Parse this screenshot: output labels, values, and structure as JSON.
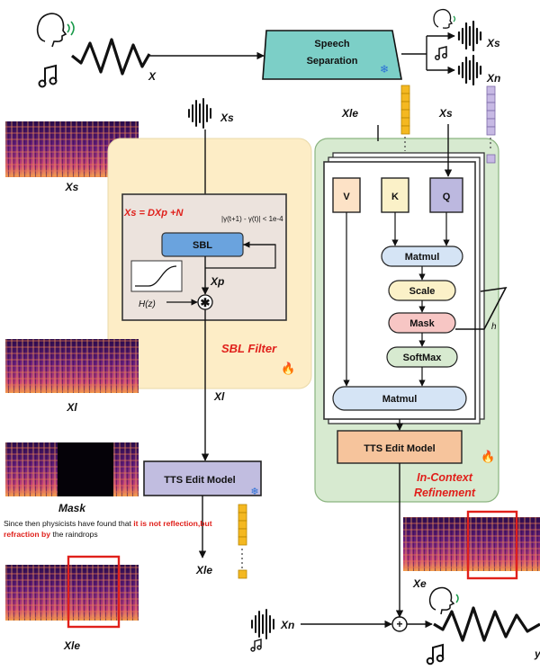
{
  "top": {
    "x_label": "X",
    "separation_line1": "Speech",
    "separation_line2": "Separation",
    "xs_label": "Xs",
    "xn_label": "Xn"
  },
  "sbl": {
    "xs_label": "Xs",
    "spec_xs_label": "Xs",
    "equation": "Xs = DXp +N",
    "convergence": "|γ(t+1) - γ(t)| < 1e-4",
    "sbl_block": "SBL",
    "xp_label": "Xp",
    "hz_label": "H(z)",
    "filter_label": "SBL Filter",
    "xl_label": "Xl",
    "spec_xl_label": "Xl",
    "spec_mask_label": "Mask",
    "tts_label": "TTS Edit Model",
    "xle_label": "Xle",
    "spec_xle_label": "Xle"
  },
  "caption": {
    "part1": "Since then physicists have found that ",
    "part2": "it is not reflection,but refraction by",
    "part3": " the raindrops"
  },
  "icl": {
    "xle_label": "Xle",
    "xs_label": "Xs",
    "v": "V",
    "k": "K",
    "q": "Q",
    "matmul1": "Matmul",
    "scale": "Scale",
    "mask": "Mask",
    "softmax": "SoftMax",
    "matmul2": "Matmul",
    "h_label": "h",
    "tts_label": "TTS Edit Model",
    "title_line1": "In-Context",
    "title_line2": "Refinement"
  },
  "bottom": {
    "xn_label": "Xn",
    "xe_label": "Xe",
    "y_label": "y",
    "plus": "+"
  },
  "colors": {
    "sbl_panel": "#fdedc6",
    "icl_panel": "#d7ead0",
    "separation": "#7ccfc7",
    "red": "#e0201b",
    "tts": "#c1bde0",
    "tts_icl": "#f6c49c"
  }
}
